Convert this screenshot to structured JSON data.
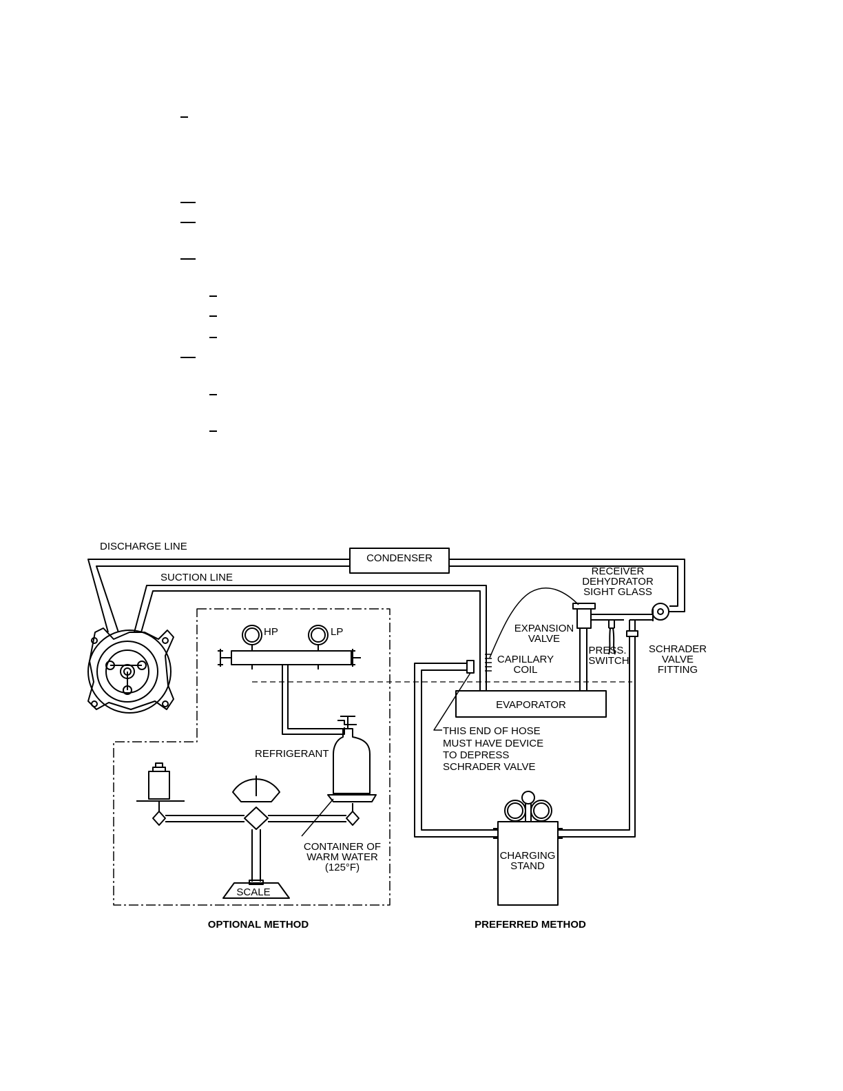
{
  "labels": {
    "discharge_line": "DISCHARGE LINE",
    "condenser": "CONDENSER",
    "suction_line": "SUCTION LINE",
    "receiver": [
      "RECEIVER",
      "DEHYDRATOR",
      "SIGHT GLASS"
    ],
    "hp": "HP",
    "lp": "LP",
    "expansion_valve": [
      "EXPANSION",
      "VALVE"
    ],
    "capillary_coil": [
      "CAPILLARY",
      "COIL"
    ],
    "press_switch": [
      "PRESS.",
      "SWITCH"
    ],
    "schrader_fitting": [
      "SCHRADER",
      "VALVE",
      "FITTING"
    ],
    "evaporator": "EVAPORATOR",
    "hose_note": [
      "THIS END OF HOSE",
      "MUST HAVE DEVICE",
      "TO DEPRESS",
      "SCHRADER VALVE"
    ],
    "refrigerant": "REFRIGERANT",
    "container": [
      "CONTAINER OF",
      "WARM WATER",
      "(125°F)"
    ],
    "charging_stand": [
      "CHARGING",
      "STAND"
    ],
    "scale": "SCALE",
    "optional_method": "OPTIONAL METHOD",
    "preferred_method": "PREFERRED METHOD"
  }
}
